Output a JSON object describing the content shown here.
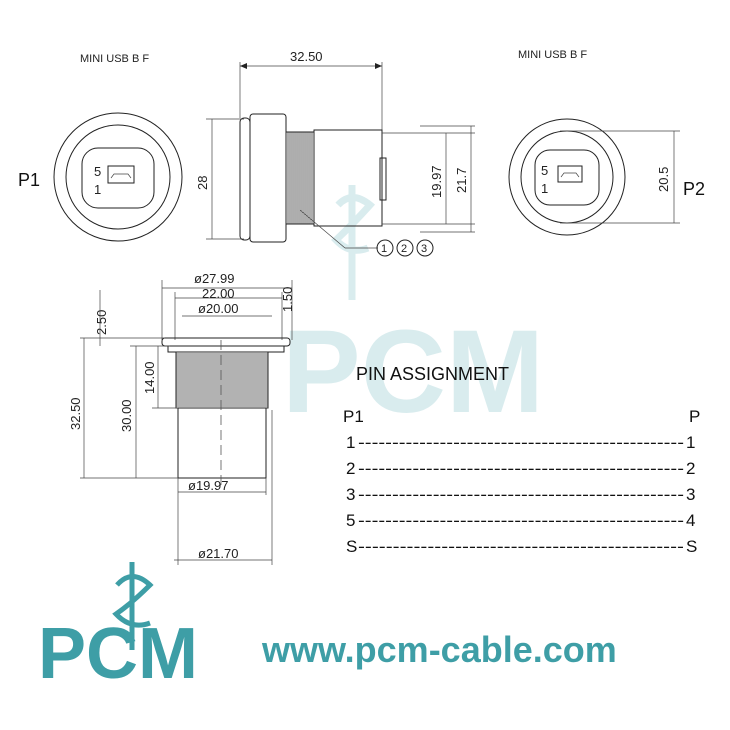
{
  "header": {
    "left_title": "MINI USB B F",
    "right_title": "MINI USB B F"
  },
  "front_view_left": {
    "port_label": "P1",
    "pin_top": "5",
    "pin_bottom": "1",
    "height_dim": "28"
  },
  "front_view_right": {
    "port_label": "P2",
    "pin_top": "5",
    "pin_bottom": "1",
    "height_dim": "20.5"
  },
  "side_view": {
    "length_dim": "32.50",
    "inner_dim": "19.97",
    "outer_dim": "21.7",
    "callouts": [
      "1",
      "2",
      "3"
    ]
  },
  "section_view": {
    "dia_flange": "ø27.99",
    "dia_nut": "22.00",
    "dia_thread": "ø20.00",
    "flange_thickness": "2.50",
    "nut_thickness": "1.50",
    "total_length": "32.50",
    "body_length": "30.00",
    "thread_length": "14.00",
    "dia_body": "ø19.97",
    "dia_outer": "ø21.70"
  },
  "pin_assignment": {
    "title": "PIN  ASSIGNMENT",
    "left_header": "P1",
    "right_header": "P",
    "rows": [
      {
        "left": "1",
        "dashes": "------------------------------------------------",
        "right": "1"
      },
      {
        "left": "2",
        "dashes": "------------------------------------------------",
        "right": "2"
      },
      {
        "left": "3",
        "dashes": "------------------------------------------------",
        "right": "3"
      },
      {
        "left": "5",
        "dashes": "------------------------------------------------",
        "right": "4"
      },
      {
        "left": "S",
        "dashes": "-----------------------------------------------",
        "right": "S"
      }
    ]
  },
  "brand": {
    "logo_text": "PCM",
    "website": "www.pcm-cable.com",
    "color": "#3e9ea6",
    "watermark_color": "#cfe6e8"
  }
}
